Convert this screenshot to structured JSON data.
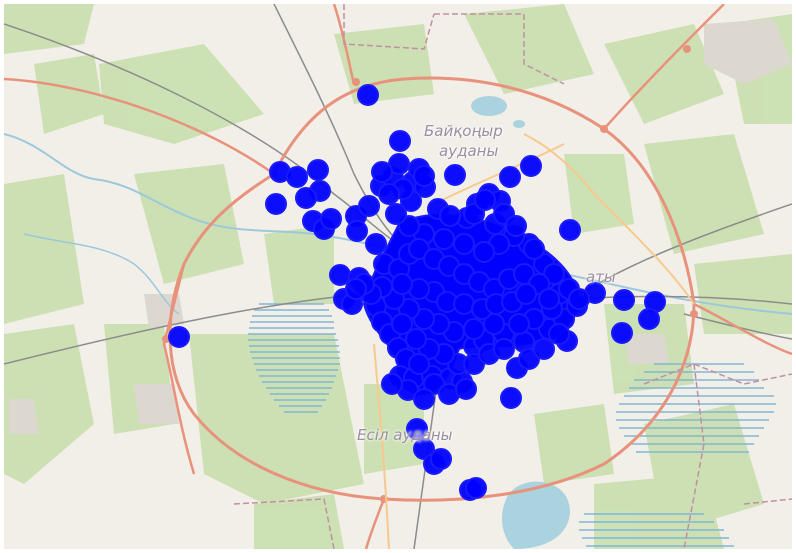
{
  "map": {
    "labels": {
      "baikonyr_line1": "Байқоңыр",
      "baikonyr_line2": "ауданы",
      "almaty_partial": "аты",
      "esil": "Есіл ауданы"
    },
    "colors": {
      "background": "#f2efe9",
      "green_area": "#c8dfae",
      "park": "#b9d69a",
      "water": "#aad3df",
      "marsh": "#7fb6d6",
      "ring_road": "#e8927c",
      "rail": "#8c8c8c",
      "secondary_road": "#f7c98c",
      "boundary": "#c08fa3",
      "marker": "#1a1aff",
      "marker_fill": "#0000ff"
    },
    "marker_count": 150
  }
}
